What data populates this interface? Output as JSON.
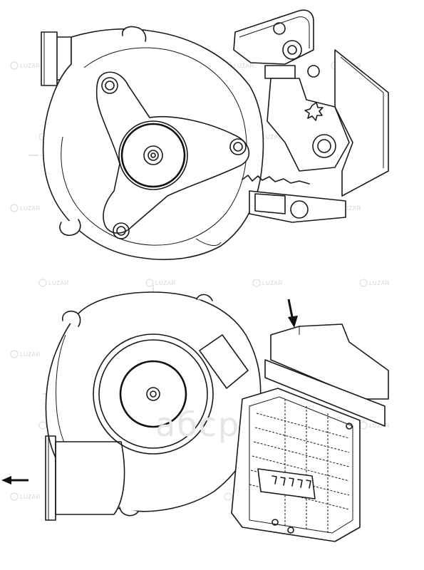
{
  "watermark": {
    "brand": "LUZAR",
    "overlay": "aбcp"
  },
  "views": [
    {
      "name": "top-view"
    },
    {
      "name": "bottom-view"
    }
  ],
  "arrows": [
    {
      "name": "inlet-arrow",
      "direction": "down"
    },
    {
      "name": "outlet-arrow",
      "direction": "left"
    }
  ],
  "colors": {
    "line": "#1a1a1a",
    "centerline": "#b9b9b9",
    "watermark": "#d4d4d4",
    "background": "#ffffff"
  }
}
